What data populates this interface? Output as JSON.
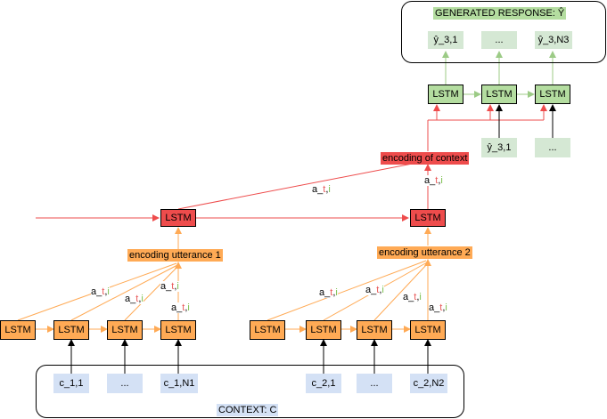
{
  "response_title": "GENERATED RESPONSE: Ŷ",
  "context_title": "CONTEXT: C",
  "lstm_label": "LSTM",
  "encoding_context": "encoding of context",
  "encoding_utt1": "encoding utterance 1",
  "encoding_utt2": "encoding utterance 2",
  "attention": {
    "a": "a_",
    "t": "t",
    "comma": ",",
    "i": "i"
  },
  "outputs": [
    "ŷ_3,1",
    "...",
    "ŷ_3,N3"
  ],
  "decoder_inputs": [
    "ŷ_3,1",
    "..."
  ],
  "utt1_tokens": [
    "c_1,1",
    "...",
    "c_1,N1"
  ],
  "utt2_tokens": [
    "c_2,1",
    "...",
    "c_2,N2"
  ],
  "colors": {
    "orange": "#FFAA55",
    "red": "#EE4C4C",
    "green": "#B4DDA0",
    "light_green": "#D5E8D4",
    "light_blue": "#D4E1F5"
  }
}
